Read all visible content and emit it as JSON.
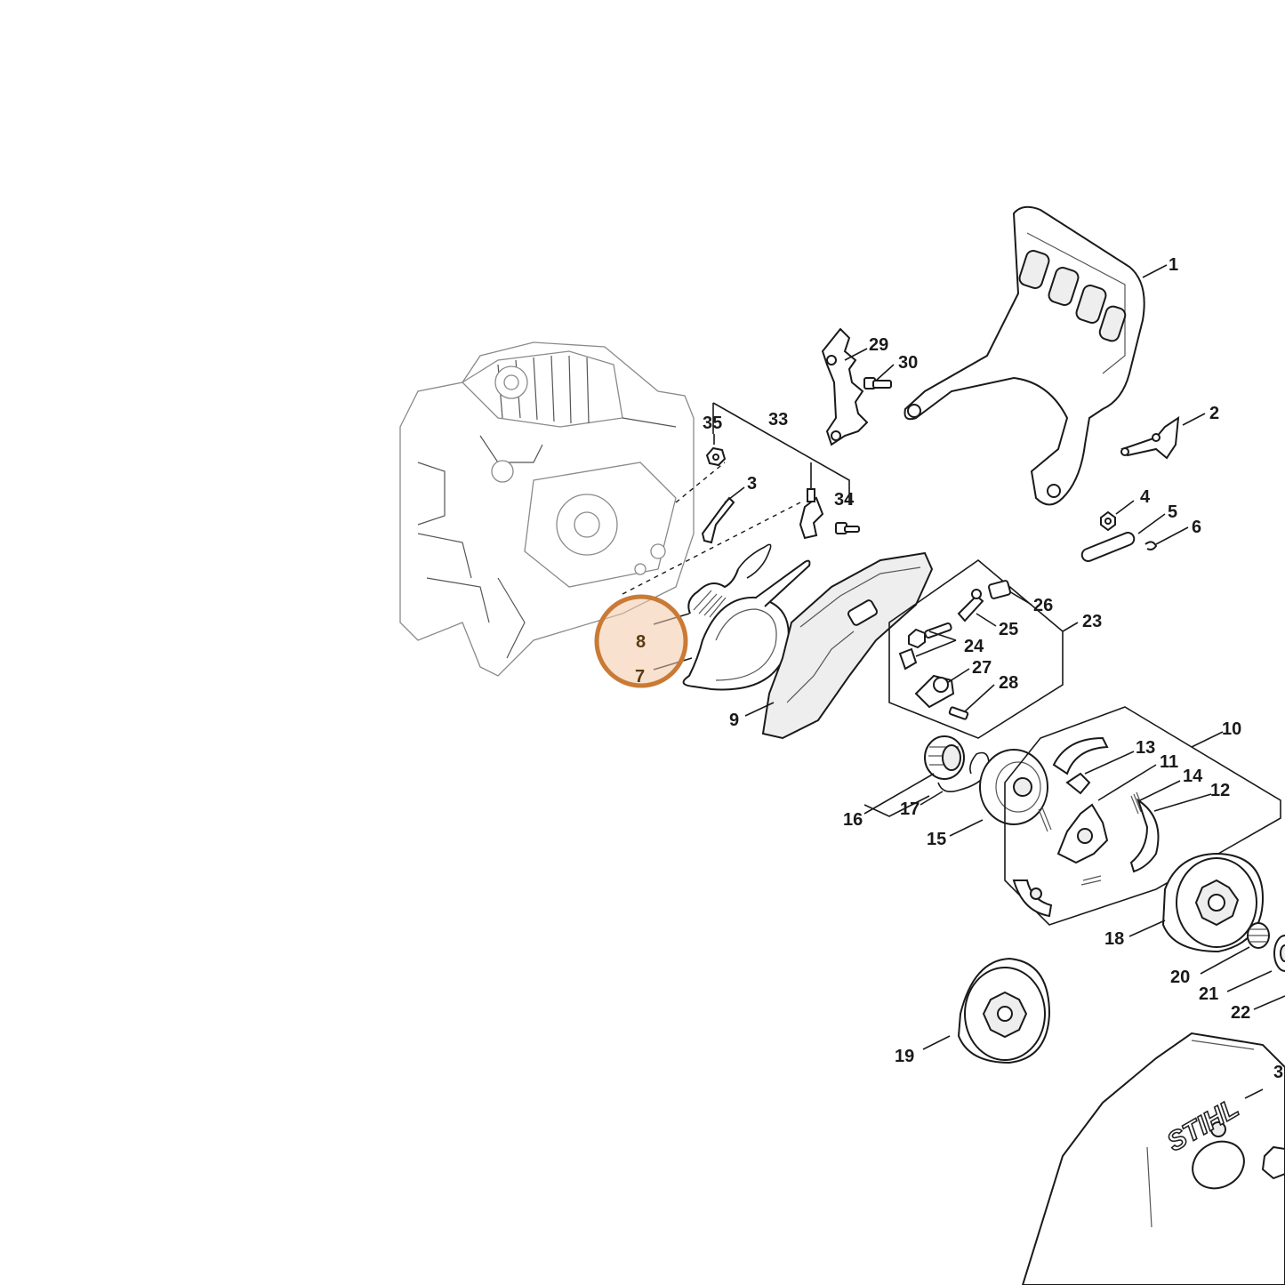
{
  "diagram": {
    "brand_text": "STIHL",
    "colors": {
      "highlight": "#c97a35",
      "line": "#1a1a1a"
    },
    "highlighted_callouts": [
      "8",
      "7"
    ],
    "callouts": {
      "c1": "1",
      "c2": "2",
      "c3": "3",
      "c4": "4",
      "c5": "5",
      "c6": "6",
      "c7": "7",
      "c8": "8",
      "c9": "9",
      "c10": "10",
      "c11": "11",
      "c12": "12",
      "c13": "13",
      "c14": "14",
      "c15": "15",
      "c16": "16",
      "c17": "17",
      "c18": "18",
      "c19": "19",
      "c20": "20",
      "c21": "21",
      "c22": "22",
      "c23": "23",
      "c24": "24",
      "c25": "25",
      "c26": "26",
      "c27": "27",
      "c28": "28",
      "c29": "29",
      "c30": "30",
      "c31": "3",
      "c33": "33",
      "c34": "34",
      "c35": "35"
    }
  }
}
